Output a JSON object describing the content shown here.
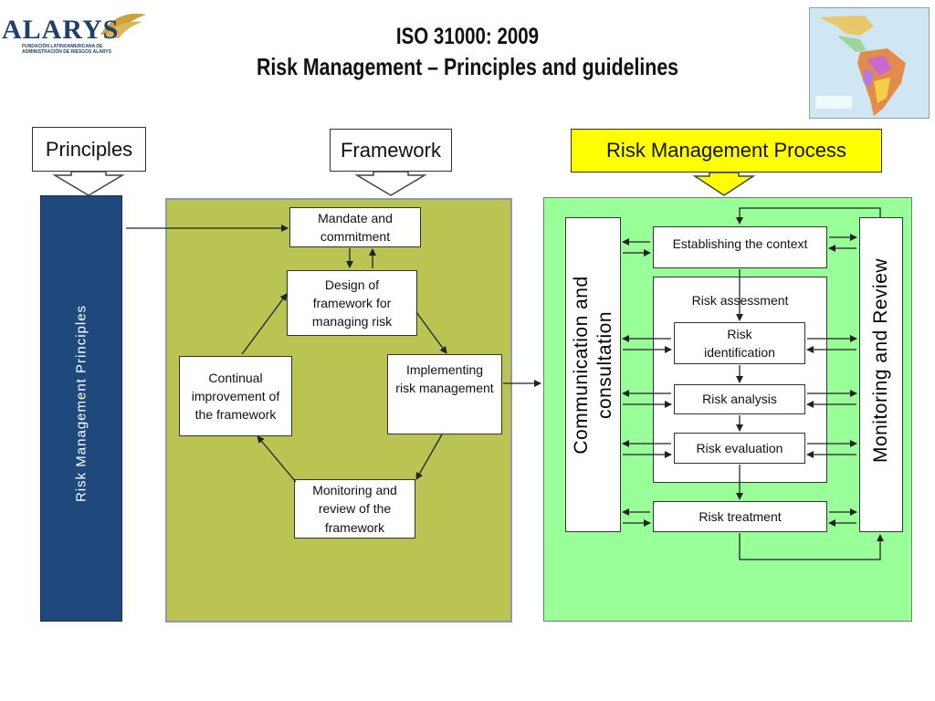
{
  "header": {
    "title_line1": "ISO 31000: 2009",
    "title_line2": "Risk Management – Principles and guidelines"
  },
  "logo": {
    "name": "ALARYS",
    "subtitle_line1": "FUNDACIÓN LATINOAMERICANA DE",
    "subtitle_line2": "ADMINISTRACIÓN DE RIESGOS ALARYS",
    "color": "#1f3f6e"
  },
  "map_image": {
    "icon": "latin-america-map"
  },
  "columns": {
    "principles": "Principles",
    "framework": "Framework",
    "process": "Risk Management Process"
  },
  "principles_panel": {
    "label": "Risk  Management  Principles",
    "color": "#1f497d"
  },
  "framework_panel": {
    "color": "#b9c452",
    "mandate": "Mandate and commitment",
    "design": "Design of framework for managing risk",
    "implementing": "Implementing risk management",
    "monitoring": "Monitoring and review of the framework",
    "continual": "Continual improvement of the framework"
  },
  "process_panel": {
    "color": "#99ff99",
    "communication": "Communication and consultation",
    "monitoring_review": "Monitoring and Review",
    "context": "Establishing the context",
    "assessment": "Risk assessment",
    "identification": "Risk identification",
    "analysis": "Risk analysis",
    "evaluation": "Risk evaluation",
    "treatment": "Risk treatment"
  },
  "colors": {
    "process_header": "#ffff00",
    "arrow": "#222222"
  }
}
